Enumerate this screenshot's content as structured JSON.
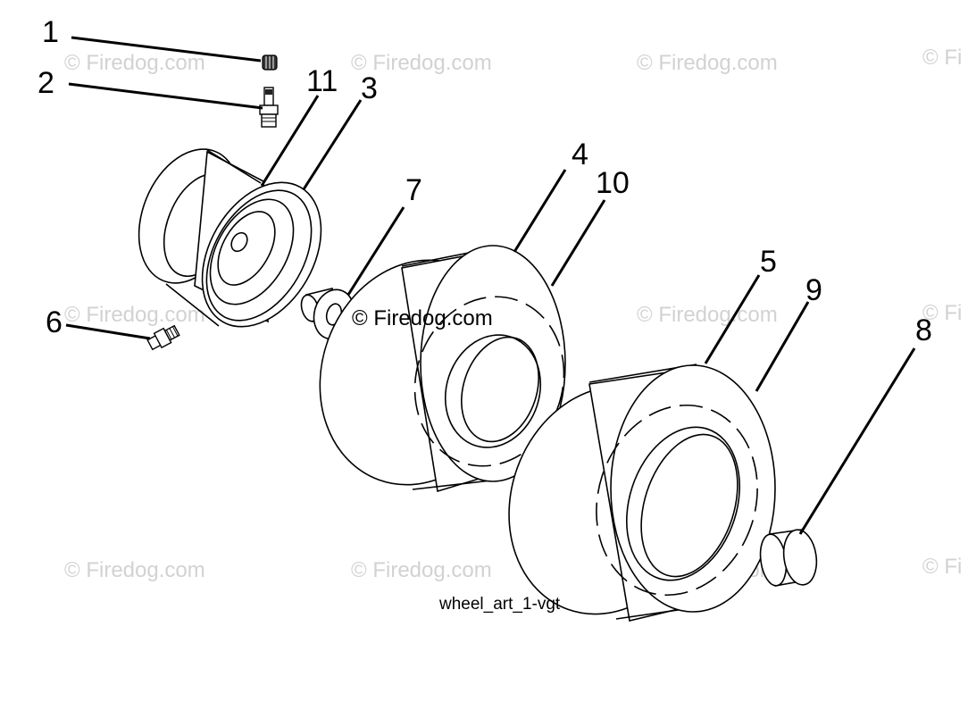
{
  "watermark_text": "© Firedog.com",
  "watermark_partial_text": "© Fi",
  "caption": "wheel_art_1-vgt",
  "callouts": {
    "c1": "1",
    "c2": "2",
    "c3": "3",
    "c4": "4",
    "c5": "5",
    "c6": "6",
    "c7": "7",
    "c8": "8",
    "c9": "9",
    "c10": "10",
    "c11": "11"
  },
  "colors": {
    "line": "#000000",
    "watermark": "#d2d2d2",
    "background": "#ffffff"
  }
}
